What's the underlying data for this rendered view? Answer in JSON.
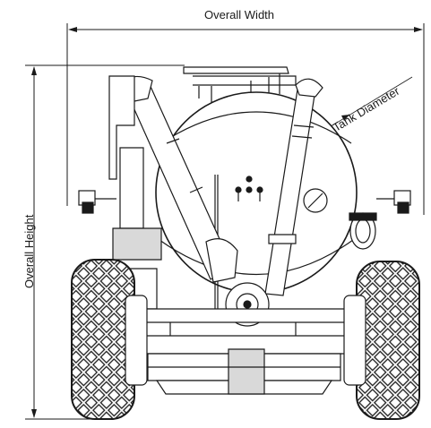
{
  "labels": {
    "overall_width": "Overall Width",
    "overall_height": "Overall Height",
    "tank_diameter": "Tank Diameter"
  },
  "colors": {
    "line": "#1a1a1a",
    "background": "#ffffff",
    "shade": "#d9d9d9"
  }
}
